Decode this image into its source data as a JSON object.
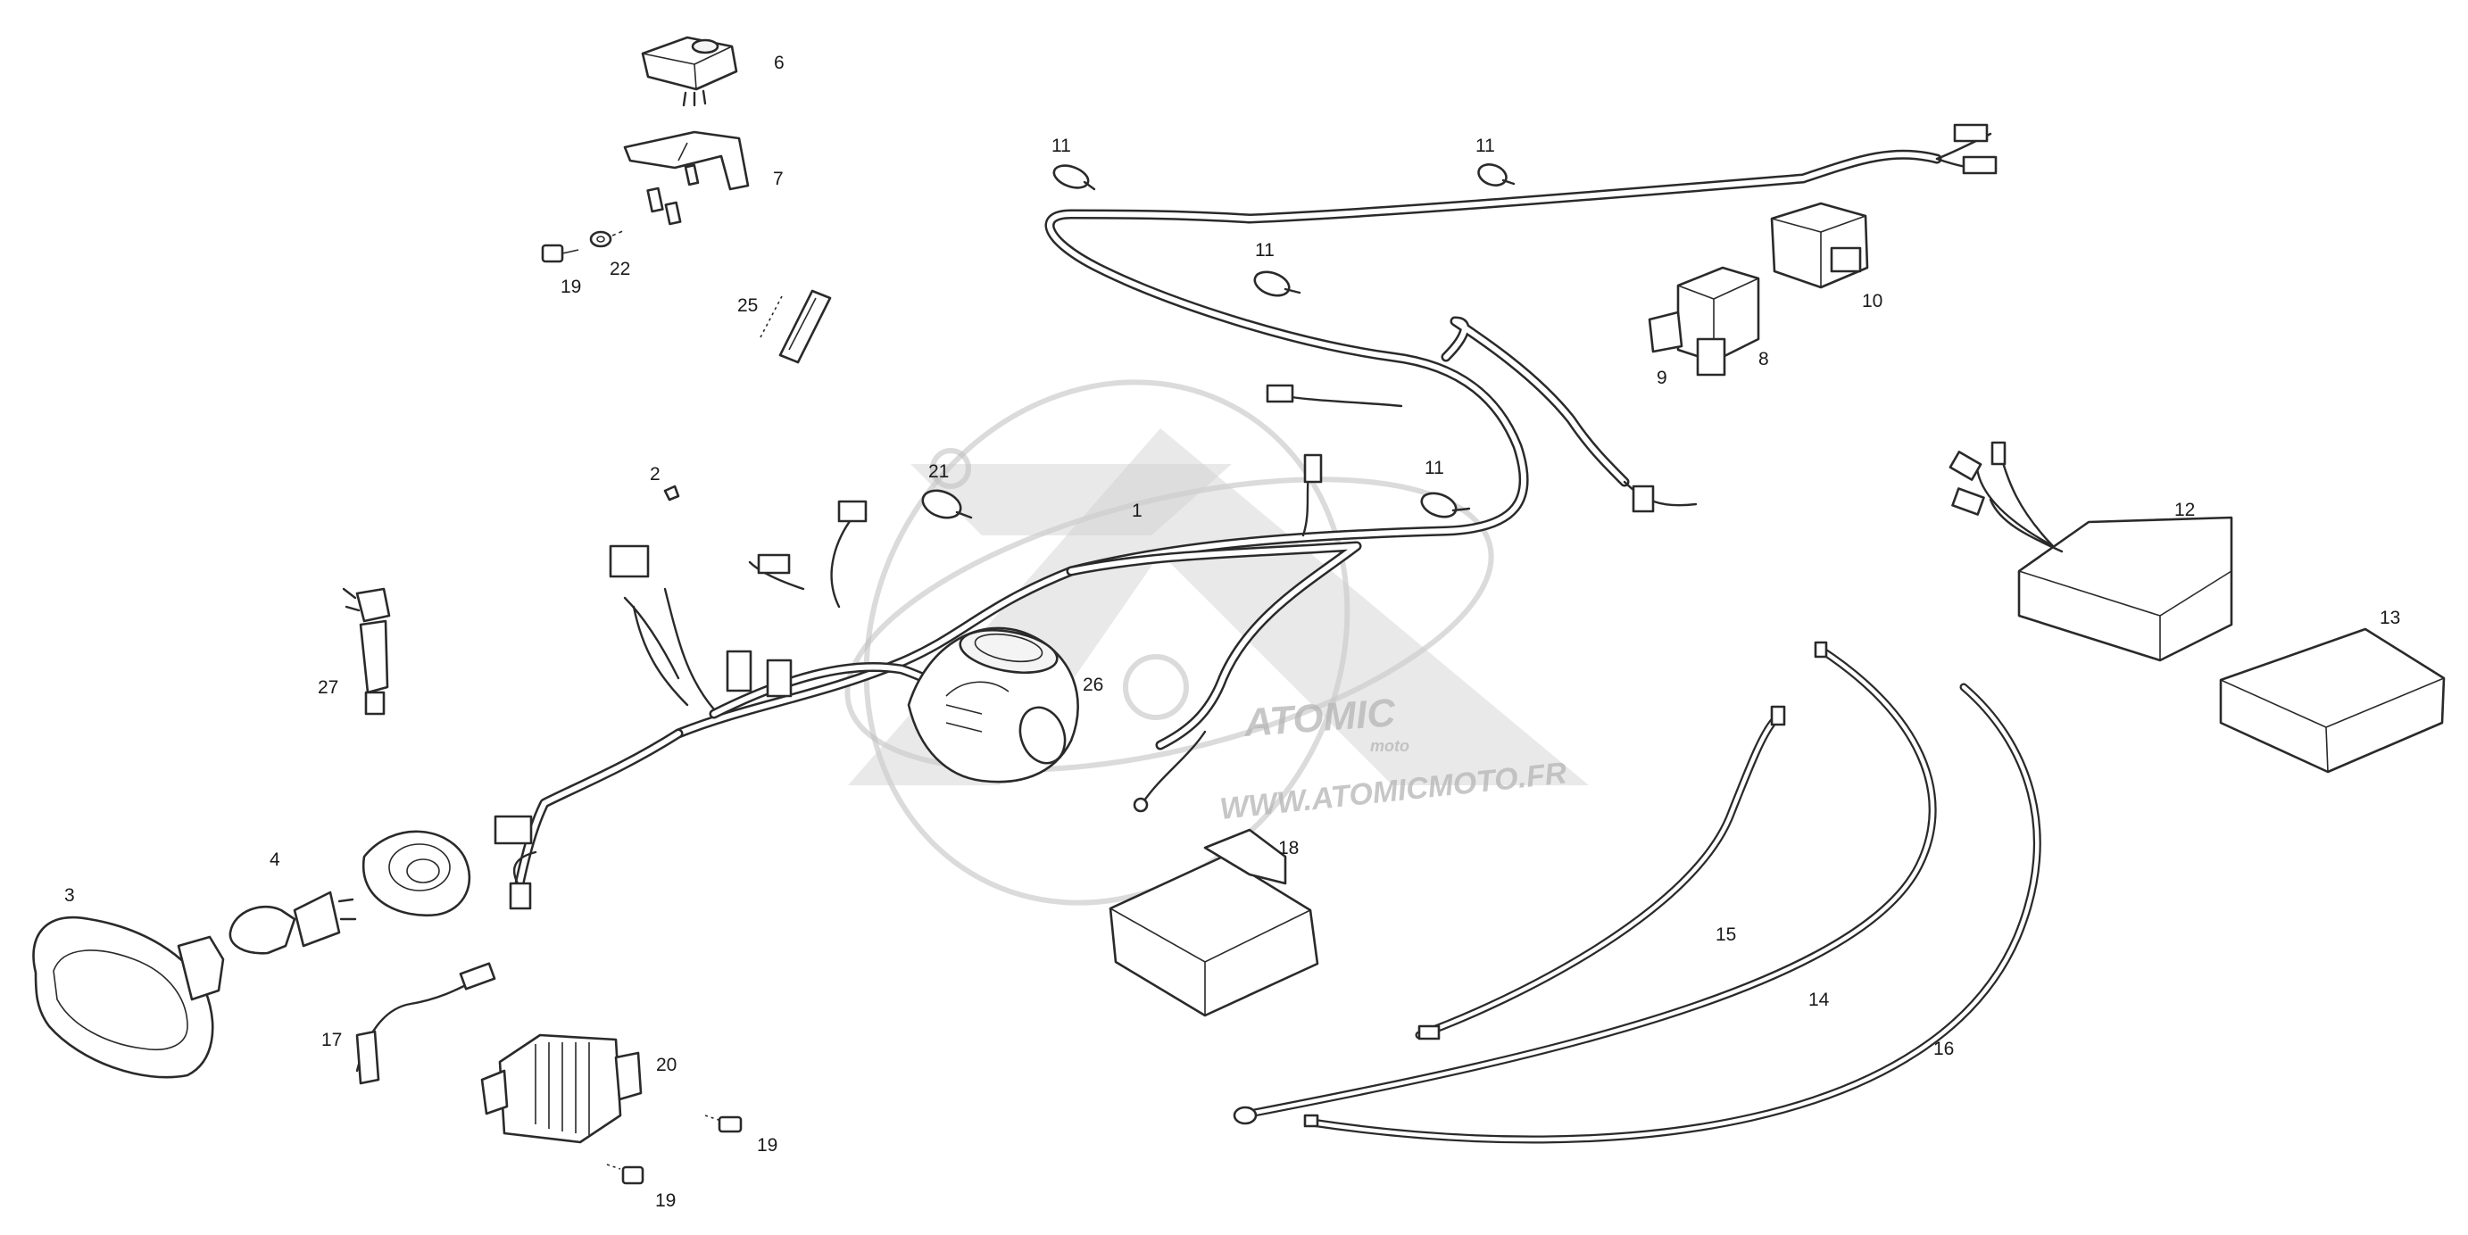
{
  "labels": {
    "p1": "1",
    "p2": "2",
    "p3": "3",
    "p4": "4",
    "p6": "6",
    "p7": "7",
    "p8": "8",
    "p9": "9",
    "p10": "10",
    "p11a": "11",
    "p11b": "11",
    "p11c": "11",
    "p11d": "11",
    "p12": "12",
    "p13": "13",
    "p14": "14",
    "p15": "15",
    "p16": "16",
    "p17": "17",
    "p18": "18",
    "p19a": "19",
    "p19b": "19",
    "p19c": "19",
    "p20": "20",
    "p21": "21",
    "p22": "22",
    "p25": "25",
    "p26": "26",
    "p27": "27"
  },
  "watermark": {
    "logo_text": "ATOMIC",
    "logo_sub": "moto",
    "url": "WWW.ATOMICMOTO.FR"
  },
  "colors": {
    "line": "#2a2a2a",
    "background": "#ffffff",
    "watermark": "#bdbdbd"
  }
}
